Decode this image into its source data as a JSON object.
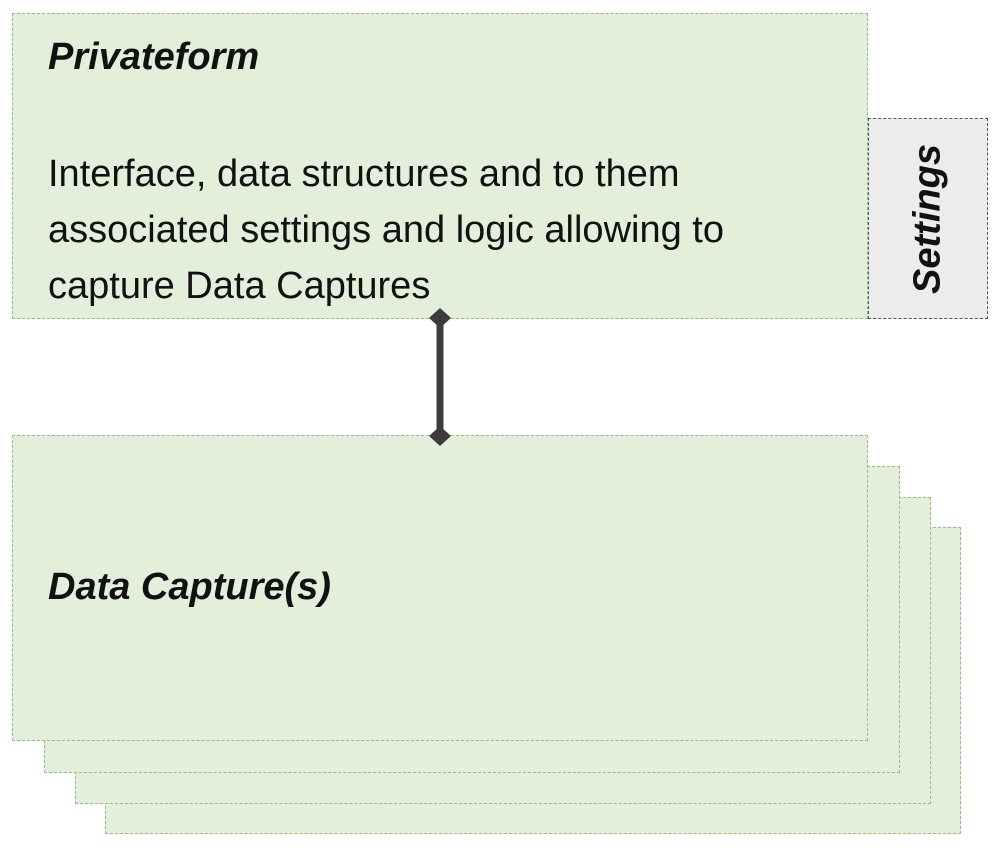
{
  "privateform": {
    "title": "Privateform",
    "description": "Interface, data structures and to them associated settings and logic allowing to capture Data Captures"
  },
  "settings": {
    "label": "Settings"
  },
  "data_capture": {
    "title": "Data Capture(s)"
  },
  "colors": {
    "box_fill": "#e3eedb",
    "box_border": "#8fbf7f",
    "settings_fill": "#ececec",
    "connector": "#3c3c3c"
  }
}
